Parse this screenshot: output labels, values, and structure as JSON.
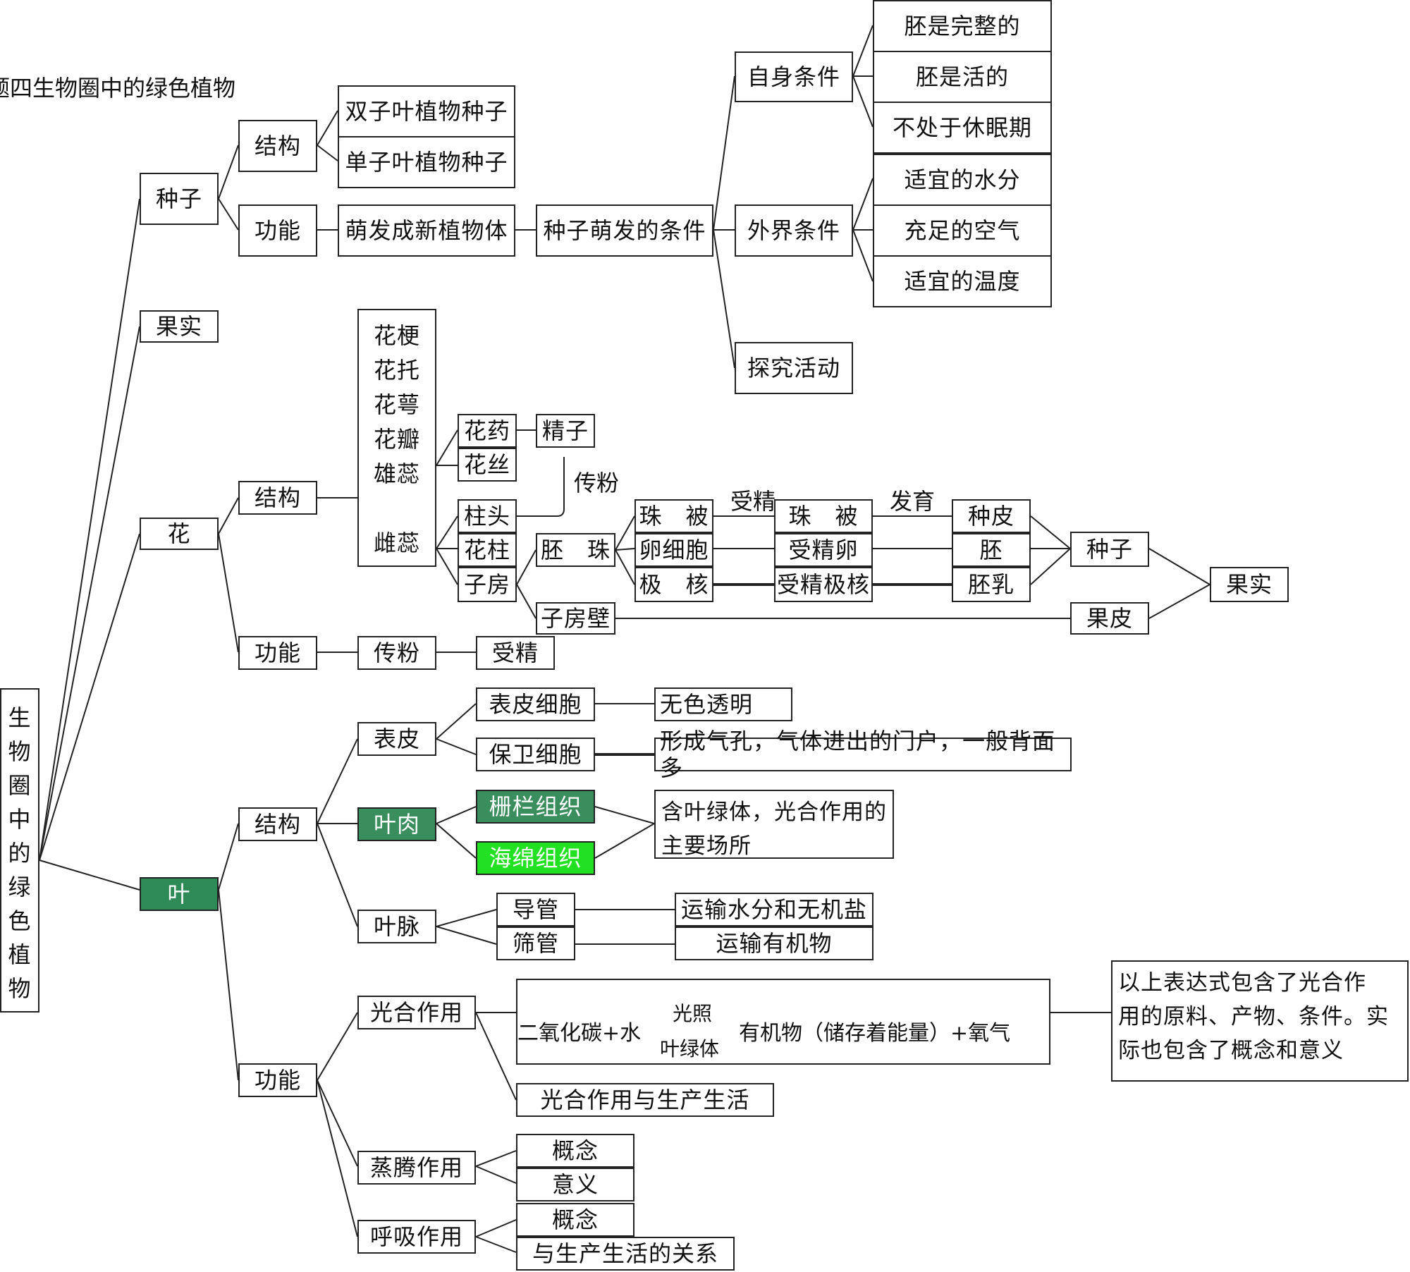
{
  "title": "题四生物圈中的绿色植物",
  "root": [
    "生",
    "物",
    "圈",
    "中",
    "的",
    "绿",
    "色",
    "植",
    "物"
  ],
  "seed": {
    "label": "种子",
    "structure": "结构",
    "dicot": "双子叶植物种子",
    "monocot": "单子叶植物种子",
    "function": "功能",
    "sprout": "萌发成新植物体",
    "conditions": "种子萌发的条件",
    "self": "自身条件",
    "self_items": [
      "胚是完整的",
      "胚是活的",
      "不处于休眠期"
    ],
    "external": "外界条件",
    "external_items": [
      "适宜的水分",
      "充足的空气",
      "适宜的温度"
    ],
    "explore": "探究活动"
  },
  "fruit": "果实",
  "flower": {
    "label": "花",
    "structure": "结构",
    "parts": [
      "花梗",
      "花托",
      "花萼",
      "花瓣",
      "雄蕊",
      "",
      "雌蕊"
    ],
    "anther": "花药",
    "filament": "花丝",
    "sperm": "精子",
    "pollination_label": "传粉",
    "stigma": "柱头",
    "style": "花柱",
    "ovary": "子房",
    "ovule": "胚　珠",
    "ovary_wall": "子房壁",
    "integument": "珠　被",
    "egg": "卵细胞",
    "polar": "极　核",
    "fert_label": "受精",
    "fert_integument": "珠　被",
    "zygote": "受精卵",
    "fert_polar": "受精极核",
    "develop_label": "发育",
    "seed_coat": "种皮",
    "embryo": "胚",
    "endosperm": "胚乳",
    "seed": "种子",
    "pericarp": "果皮",
    "fruit": "果实",
    "function": "功能",
    "pollination": "传粉",
    "fertilization": "受精"
  },
  "leaf": {
    "label": "叶",
    "structure": "结构",
    "epidermis": "表皮",
    "epi_cell": "表皮细胞",
    "epi_cell_desc": "无色透明",
    "guard_cell": "保卫细胞",
    "guard_cell_desc": "形成气孔，气体进出的门户，一般背面多",
    "mesophyll": "叶肉",
    "palisade": "栅栏组织",
    "spongy": "海绵组织",
    "mesophyll_desc": [
      "含叶绿体，光合作用的",
      "主要场所"
    ],
    "vein": "叶脉",
    "vessel": "导管",
    "vessel_desc": "运输水分和无机盐",
    "sieve": "筛管",
    "sieve_desc": "运输有机物",
    "function": "功能",
    "photosynthesis": "光合作用",
    "formula_left": "二氧化碳+水",
    "formula_top": "光照",
    "formula_bottom": "叶绿体",
    "formula_right": "有机物（储存着能量）+氧气",
    "note": [
      "以上表达式包含了光合作",
      "用的原料、产物、条件。实",
      "际也包含了概念和意义"
    ],
    "photo_life": "光合作用与生产生活",
    "transpiration": "蒸腾作用",
    "trans_concept": "概念",
    "trans_meaning": "意义",
    "respiration": "呼吸作用",
    "resp_concept": "概念",
    "resp_life": "与生产生活的关系"
  },
  "colors": {
    "leaf_dark": "#2e8b57",
    "mesophyll": "#3a8d5d",
    "palisade": "#2e7d4f",
    "spongy": "#22e022"
  }
}
